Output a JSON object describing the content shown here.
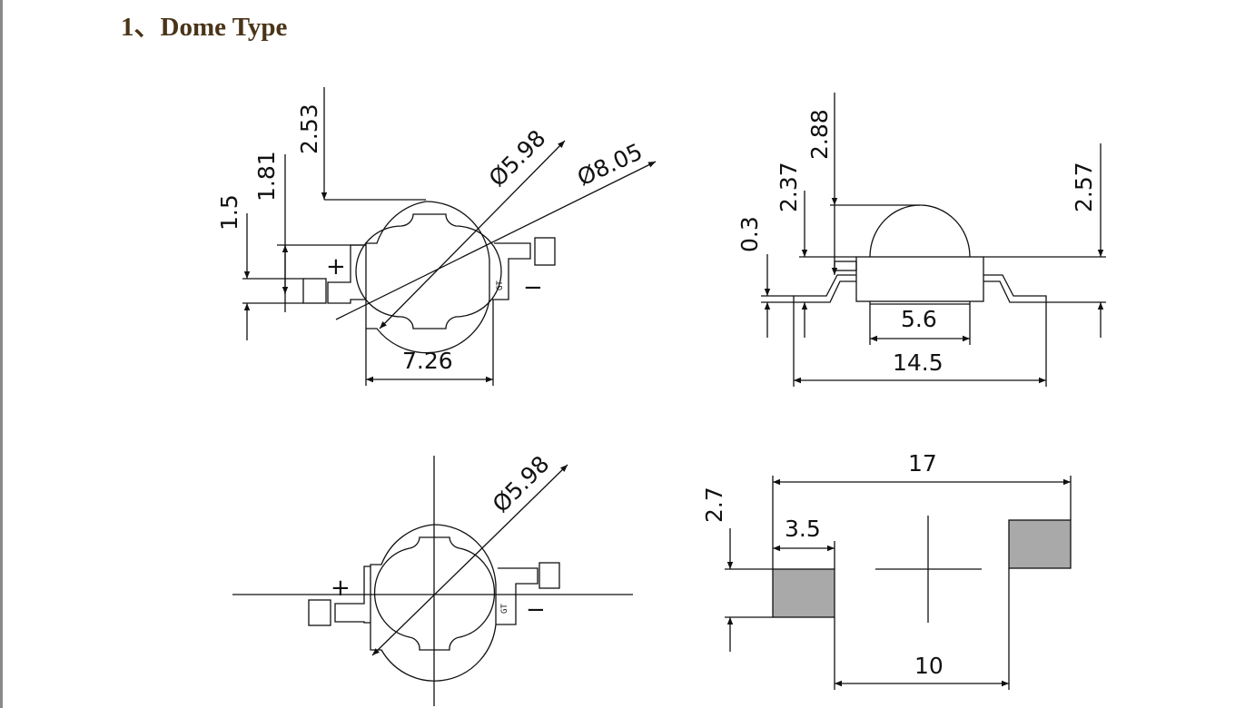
{
  "heading": "1、Dome Type",
  "top_view": {
    "dims": [
      "2.53",
      "1.81",
      "1.5",
      "Ø5.98",
      "Ø8.05",
      "7.26"
    ],
    "plus": "+",
    "minus": "−",
    "marking": "GT"
  },
  "side_view": {
    "dims": [
      "2.88",
      "2.37",
      "0.3",
      "2.57",
      "5.6",
      "14.5"
    ]
  },
  "axis_view": {
    "dims": [
      "Ø5.98"
    ],
    "plus": "+",
    "minus": "−",
    "marking": "GT"
  },
  "footprint": {
    "dims": [
      "17",
      "2.7",
      "3.5",
      "10"
    ],
    "pad_color": "#a9a9a9"
  }
}
